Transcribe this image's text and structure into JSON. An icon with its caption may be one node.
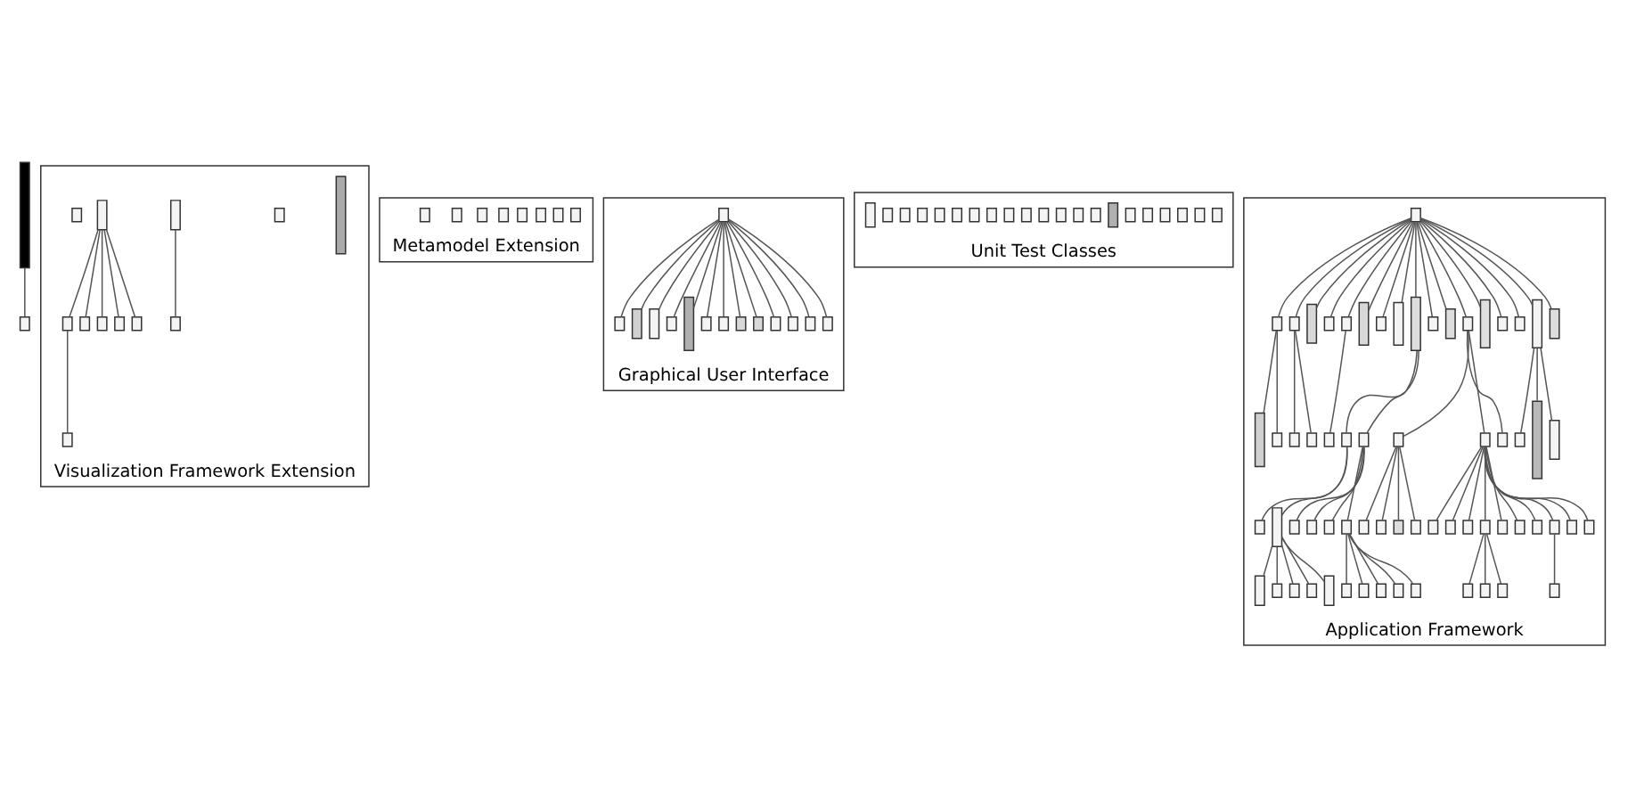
{
  "diagram": {
    "nodes": [
      {
        "text": [],
        "shape": "box"
      },
      {
        "text": [],
        "shape": "box"
      },
      {
        "text": [
          "Visualization Framework Extension"
        ]
      },
      {
        "text": [],
        "shape": "box",
        "in": 2
      },
      {
        "text": [],
        "shape": "box",
        "in": 2
      },
      {
        "text": [],
        "shape": "box",
        "in": 2
      },
      {
        "text": [],
        "shape": "box",
        "in": 2
      },
      {
        "text": [],
        "shape": "box",
        "in": 2
      },
      {
        "text": [],
        "shape": "box",
        "in": 2
      },
      {
        "text": [],
        "shape": "box",
        "in": 2
      },
      {
        "text": [],
        "shape": "box",
        "in": 2
      },
      {
        "text": [],
        "shape": "box",
        "in": 2
      },
      {
        "text": [],
        "shape": "box",
        "in": 2
      },
      {
        "text": [],
        "shape": "box",
        "in": 2
      },
      {
        "text": [],
        "shape": "box",
        "in": 2
      },
      {
        "text": [
          "Metamodel Extension"
        ]
      },
      {
        "text": [],
        "shape": "box",
        "in": 15
      },
      {
        "text": [],
        "shape": "box",
        "in": 15
      },
      {
        "text": [],
        "shape": "box",
        "in": 15
      },
      {
        "text": [],
        "shape": "box",
        "in": 15
      },
      {
        "text": [],
        "shape": "box",
        "in": 15
      },
      {
        "text": [],
        "shape": "box",
        "in": 15
      },
      {
        "text": [],
        "shape": "box",
        "in": 15
      },
      {
        "text": [],
        "shape": "box",
        "in": 15
      },
      {
        "text": [
          "Graphical User Interface"
        ]
      },
      {
        "text": [],
        "shape": "box",
        "in": 24
      },
      {
        "text": [],
        "shape": "box",
        "in": 24
      },
      {
        "text": [],
        "shape": "box",
        "in": 24
      },
      {
        "text": [],
        "shape": "box",
        "in": 24
      },
      {
        "text": [],
        "shape": "box",
        "in": 24
      },
      {
        "text": [],
        "shape": "box",
        "in": 24
      },
      {
        "text": [],
        "shape": "box",
        "in": 24
      },
      {
        "text": [],
        "shape": "box",
        "in": 24
      },
      {
        "text": [],
        "shape": "box",
        "in": 24
      },
      {
        "text": [],
        "shape": "box",
        "in": 24
      },
      {
        "text": [],
        "shape": "box",
        "in": 24
      },
      {
        "text": [],
        "shape": "box",
        "in": 24
      },
      {
        "text": [],
        "shape": "box",
        "in": 24
      },
      {
        "text": [],
        "shape": "box",
        "in": 24
      },
      {
        "text": [
          "Unit Test Classes"
        ]
      },
      {
        "text": [],
        "shape": "box",
        "in": 39
      },
      {
        "text": [],
        "shape": "box",
        "in": 39
      },
      {
        "text": [],
        "shape": "box",
        "in": 39
      },
      {
        "text": [],
        "shape": "box",
        "in": 39
      },
      {
        "text": [],
        "shape": "box",
        "in": 39
      },
      {
        "text": [],
        "shape": "box",
        "in": 39
      },
      {
        "text": [],
        "shape": "box",
        "in": 39
      },
      {
        "text": [],
        "shape": "box",
        "in": 39
      },
      {
        "text": [],
        "shape": "box",
        "in": 39
      },
      {
        "text": [],
        "shape": "box",
        "in": 39
      },
      {
        "text": [],
        "shape": "box",
        "in": 39
      },
      {
        "text": [],
        "shape": "box",
        "in": 39
      },
      {
        "text": [],
        "shape": "box",
        "in": 39
      },
      {
        "text": [],
        "shape": "box",
        "in": 39
      },
      {
        "text": [],
        "shape": "box",
        "in": 39
      },
      {
        "text": [],
        "shape": "box",
        "in": 39
      },
      {
        "text": [],
        "shape": "box",
        "in": 39
      },
      {
        "text": [],
        "shape": "box",
        "in": 39
      },
      {
        "text": [],
        "shape": "box",
        "in": 39
      },
      {
        "text": [],
        "shape": "box",
        "in": 39
      },
      {
        "text": [],
        "shape": "box",
        "in": 39
      },
      {
        "text": [
          "Application Framework"
        ]
      },
      {
        "text": [],
        "shape": "box",
        "in": 61
      },
      {
        "text": [],
        "shape": "box",
        "in": 61
      },
      {
        "text": [],
        "shape": "box",
        "in": 61
      },
      {
        "text": [],
        "shape": "box",
        "in": 61
      },
      {
        "text": [],
        "shape": "box",
        "in": 61
      },
      {
        "text": [],
        "shape": "box",
        "in": 61
      },
      {
        "text": [],
        "shape": "box",
        "in": 61
      },
      {
        "text": [],
        "shape": "box",
        "in": 61
      },
      {
        "text": [],
        "shape": "box",
        "in": 61
      },
      {
        "text": [],
        "shape": "box",
        "in": 61
      },
      {
        "text": [],
        "shape": "box",
        "in": 61
      },
      {
        "text": [],
        "shape": "box",
        "in": 61
      },
      {
        "text": [],
        "shape": "box",
        "in": 61
      },
      {
        "text": [],
        "shape": "box",
        "in": 61
      },
      {
        "text": [],
        "shape": "box",
        "in": 61
      },
      {
        "text": [],
        "shape": "box",
        "in": 61
      },
      {
        "text": [],
        "shape": "box",
        "in": 61
      },
      {
        "text": [],
        "shape": "box",
        "in": 61
      },
      {
        "text": [],
        "shape": "box",
        "in": 61
      },
      {
        "text": [],
        "shape": "box",
        "in": 61
      },
      {
        "text": [],
        "shape": "box",
        "in": 61
      },
      {
        "text": [],
        "shape": "box",
        "in": 61
      },
      {
        "text": [],
        "shape": "box",
        "in": 61
      },
      {
        "text": [],
        "shape": "box",
        "in": 61
      },
      {
        "text": [],
        "shape": "box",
        "in": 61
      },
      {
        "text": [],
        "shape": "box",
        "in": 61
      },
      {
        "text": [],
        "shape": "box",
        "in": 61
      },
      {
        "text": [],
        "shape": "box",
        "in": 61
      },
      {
        "text": [],
        "shape": "box",
        "in": 61
      },
      {
        "text": [],
        "shape": "box",
        "in": 61
      },
      {
        "text": [],
        "shape": "box",
        "in": 61
      },
      {
        "text": [],
        "shape": "box",
        "in": 61
      },
      {
        "text": [],
        "shape": "box",
        "in": 61
      },
      {
        "text": [],
        "shape": "box",
        "in": 61
      },
      {
        "text": [],
        "shape": "box",
        "in": 61
      },
      {
        "text": [],
        "shape": "box",
        "in": 61
      },
      {
        "text": [],
        "shape": "box",
        "in": 61
      },
      {
        "text": [],
        "shape": "box",
        "in": 61
      },
      {
        "text": [],
        "shape": "box",
        "in": 61
      },
      {
        "text": [],
        "shape": "box",
        "in": 61
      },
      {
        "text": [],
        "shape": "box",
        "in": 61
      },
      {
        "text": [],
        "shape": "box",
        "in": 61
      },
      {
        "text": [],
        "shape": "box",
        "in": 61
      },
      {
        "text": [],
        "shape": "box",
        "in": 61
      },
      {
        "text": [],
        "shape": "box",
        "in": 61
      },
      {
        "text": [],
        "shape": "box",
        "in": 61
      },
      {
        "text": [],
        "shape": "box",
        "in": 61
      },
      {
        "text": [],
        "shape": "box",
        "in": 61
      },
      {
        "text": [],
        "shape": "box",
        "in": 61
      },
      {
        "text": [],
        "shape": "box",
        "in": 61
      },
      {
        "text": [],
        "shape": "box",
        "in": 61
      },
      {
        "text": [],
        "shape": "box",
        "in": 61
      },
      {
        "text": [],
        "shape": "box",
        "in": 61
      },
      {
        "text": [],
        "shape": "box",
        "in": 61
      },
      {
        "text": [],
        "shape": "box",
        "in": 61
      },
      {
        "text": [],
        "shape": "box",
        "in": 61
      },
      {
        "text": [],
        "shape": "box",
        "in": 61
      },
      {
        "text": [],
        "shape": "box",
        "in": 61
      },
      {
        "text": [],
        "shape": "box",
        "in": 61
      },
      {
        "text": [],
        "shape": "box",
        "in": 61
      },
      {
        "text": [],
        "shape": "box",
        "in": 61
      },
      {
        "text": [],
        "shape": "box",
        "in": 61
      },
      {
        "text": [],
        "shape": "box",
        "in": 61
      },
      {
        "text": [],
        "shape": "box",
        "in": 61
      },
      {
        "text": [],
        "shape": "box",
        "in": 61
      }
    ],
    "edges": [
      {
        "from": 0,
        "to": 1,
        "arrow": "none"
      },
      {
        "from": 5,
        "to": 6,
        "arrow": "none"
      },
      {
        "from": 7,
        "to": 8,
        "arrow": "none"
      },
      {
        "from": 7,
        "to": 9,
        "arrow": "none"
      },
      {
        "from": 7,
        "to": 10,
        "arrow": "none"
      },
      {
        "from": 7,
        "to": 11,
        "arrow": "none"
      },
      {
        "from": 7,
        "to": 12,
        "arrow": "none"
      },
      {
        "from": 8,
        "to": 13,
        "arrow": "none"
      },
      {
        "from": 25,
        "to": 26,
        "arrow": "none"
      },
      {
        "from": 25,
        "to": 27,
        "arrow": "none"
      },
      {
        "from": 25,
        "to": 28,
        "arrow": "none"
      },
      {
        "from": 25,
        "to": 29,
        "arrow": "none"
      },
      {
        "from": 25,
        "to": 30,
        "arrow": "none"
      },
      {
        "from": 25,
        "to": 31,
        "arrow": "none"
      },
      {
        "from": 25,
        "to": 32,
        "arrow": "none"
      },
      {
        "from": 25,
        "to": 33,
        "arrow": "none"
      },
      {
        "from": 25,
        "to": 34,
        "arrow": "none"
      },
      {
        "from": 25,
        "to": 35,
        "arrow": "none"
      },
      {
        "from": 25,
        "to": 36,
        "arrow": "none"
      },
      {
        "from": 25,
        "to": 37,
        "arrow": "none"
      },
      {
        "from": 25,
        "to": 38,
        "arrow": "none"
      },
      {
        "from": 62,
        "to": 63,
        "arrow": "none"
      },
      {
        "from": 62,
        "to": 66,
        "arrow": "none"
      },
      {
        "from": 62,
        "to": 69,
        "arrow": "none"
      },
      {
        "from": 62,
        "to": 70,
        "arrow": "none"
      },
      {
        "from": 62,
        "to": 71,
        "arrow": "none"
      },
      {
        "from": 62,
        "to": 73,
        "arrow": "none"
      },
      {
        "from": 62,
        "to": 74,
        "arrow": "none"
      },
      {
        "from": 62,
        "to": 75,
        "arrow": "none"
      },
      {
        "from": 62,
        "to": 76,
        "arrow": "none"
      },
      {
        "from": 62,
        "to": 95,
        "arrow": "none"
      },
      {
        "from": 62,
        "to": 96,
        "arrow": "none"
      },
      {
        "from": 62,
        "to": 97,
        "arrow": "none"
      },
      {
        "from": 62,
        "to": 119,
        "arrow": "none"
      },
      {
        "from": 62,
        "to": 120,
        "arrow": "none"
      },
      {
        "from": 62,
        "to": 121,
        "arrow": "none"
      },
      {
        "from": 62,
        "to": 122,
        "arrow": "none"
      },
      {
        "from": 62,
        "to": 126,
        "arrow": "none"
      },
      {
        "from": 63,
        "to": 64,
        "arrow": "none"
      },
      {
        "from": 63,
        "to": 65,
        "arrow": "none"
      },
      {
        "from": 66,
        "to": 67,
        "arrow": "none"
      },
      {
        "from": 66,
        "to": 68,
        "arrow": "none"
      },
      {
        "from": 71,
        "to": 72,
        "arrow": "none"
      },
      {
        "from": 76,
        "to": 77,
        "arrow": "none"
      },
      {
        "from": 76,
        "to": 85,
        "arrow": "none"
      },
      {
        "from": 77,
        "to": 78,
        "arrow": "none"
      },
      {
        "from": 77,
        "to": 79,
        "arrow": "none"
      },
      {
        "from": 79,
        "to": 80,
        "arrow": "none"
      },
      {
        "from": 79,
        "to": 81,
        "arrow": "none"
      },
      {
        "from": 79,
        "to": 82,
        "arrow": "none"
      },
      {
        "from": 79,
        "to": 83,
        "arrow": "none"
      },
      {
        "from": 79,
        "to": 84,
        "arrow": "none"
      },
      {
        "from": 85,
        "to": 86,
        "arrow": "none"
      },
      {
        "from": 85,
        "to": 87,
        "arrow": "none"
      },
      {
        "from": 85,
        "to": 88,
        "arrow": "none"
      },
      {
        "from": 85,
        "to": 89,
        "arrow": "none"
      },
      {
        "from": 89,
        "to": 90,
        "arrow": "none"
      },
      {
        "from": 89,
        "to": 91,
        "arrow": "none"
      },
      {
        "from": 89,
        "to": 92,
        "arrow": "none"
      },
      {
        "from": 89,
        "to": 93,
        "arrow": "none"
      },
      {
        "from": 89,
        "to": 94,
        "arrow": "none"
      },
      {
        "from": 97,
        "to": 98,
        "arrow": "none"
      },
      {
        "from": 97,
        "to": 103,
        "arrow": "none"
      },
      {
        "from": 97,
        "to": 118,
        "arrow": "none"
      },
      {
        "from": 98,
        "to": 99,
        "arrow": "none"
      },
      {
        "from": 98,
        "to": 100,
        "arrow": "none"
      },
      {
        "from": 98,
        "to": 101,
        "arrow": "none"
      },
      {
        "from": 98,
        "to": 102,
        "arrow": "none"
      },
      {
        "from": 103,
        "to": 104,
        "arrow": "none"
      },
      {
        "from": 103,
        "to": 105,
        "arrow": "none"
      },
      {
        "from": 103,
        "to": 106,
        "arrow": "none"
      },
      {
        "from": 103,
        "to": 107,
        "arrow": "none"
      },
      {
        "from": 103,
        "to": 111,
        "arrow": "none"
      },
      {
        "from": 103,
        "to": 112,
        "arrow": "none"
      },
      {
        "from": 103,
        "to": 113,
        "arrow": "none"
      },
      {
        "from": 103,
        "to": 114,
        "arrow": "none"
      },
      {
        "from": 103,
        "to": 115,
        "arrow": "none"
      },
      {
        "from": 103,
        "to": 116,
        "arrow": "none"
      },
      {
        "from": 107,
        "to": 108,
        "arrow": "none"
      },
      {
        "from": 107,
        "to": 109,
        "arrow": "none"
      },
      {
        "from": 107,
        "to": 110,
        "arrow": "none"
      },
      {
        "from": 114,
        "to": 117,
        "arrow": "none"
      },
      {
        "from": 122,
        "to": 123,
        "arrow": "none"
      },
      {
        "from": 122,
        "to": 124,
        "arrow": "none"
      },
      {
        "from": 122,
        "to": 125,
        "arrow": "none"
      }
    ]
  }
}
